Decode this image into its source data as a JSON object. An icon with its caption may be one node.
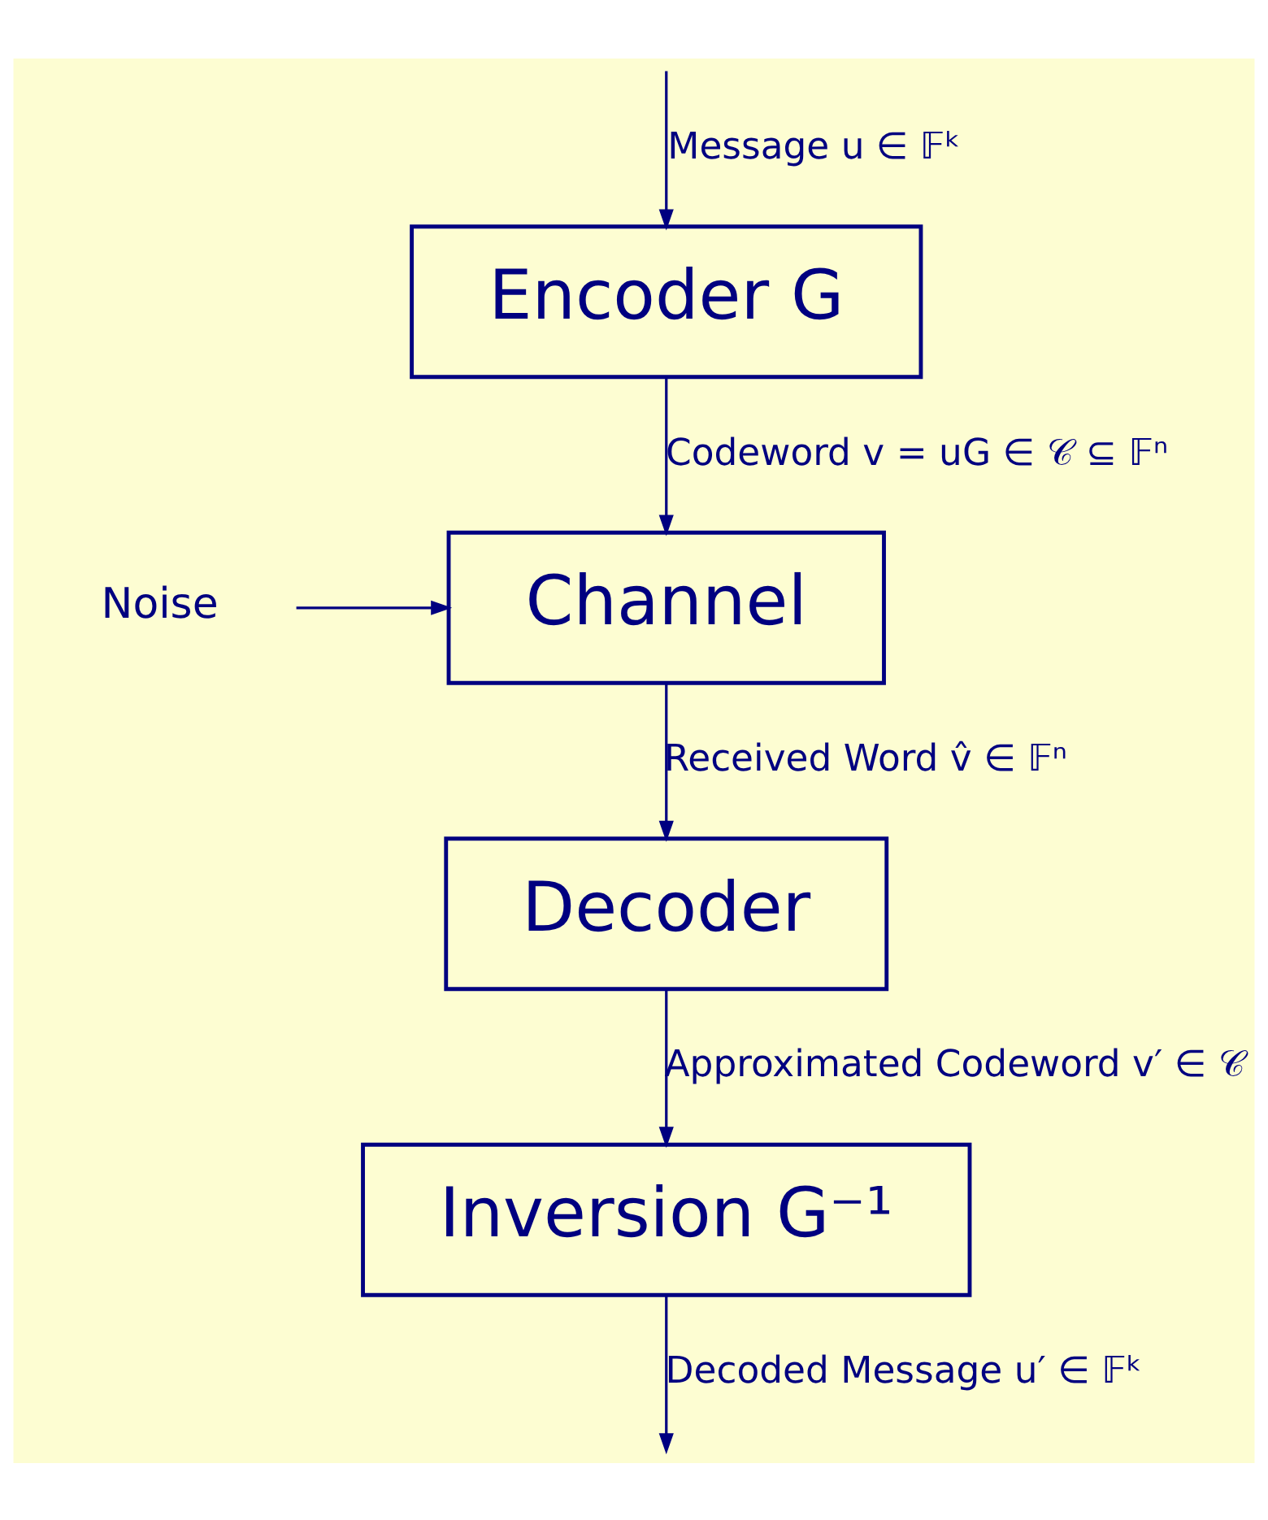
{
  "diagram": {
    "nodes": [
      {
        "text": [
          "Encoder G"
        ]
      },
      {
        "text": [
          "Noise"
        ]
      },
      {
        "text": [
          "Channel"
        ]
      },
      {
        "text": [
          "Decoder"
        ]
      },
      {
        "text": [
          "Inversion G⁻¹"
        ]
      }
    ],
    "edges": [
      {
        "from": null,
        "to": 0,
        "arrow": "to",
        "label": "Message u ∈ 𝔽ᵏ"
      },
      {
        "from": 0,
        "to": 2,
        "arrow": "to",
        "label": "Codeword v = uG ∈ 𝒞 ⊆ 𝔽ⁿ"
      },
      {
        "from": 1,
        "to": 2,
        "arrow": "to"
      },
      {
        "from": 2,
        "to": 3,
        "arrow": "to",
        "label": "Received Word v̂ ∈ 𝔽ⁿ"
      },
      {
        "from": 3,
        "to": 4,
        "arrow": "to",
        "label": "Approximated Codeword v′ ∈ 𝒞"
      },
      {
        "from": 4,
        "to": null,
        "arrow": "to",
        "label": "Decoded Message u′ ∈ 𝔽ᵏ"
      }
    ]
  }
}
